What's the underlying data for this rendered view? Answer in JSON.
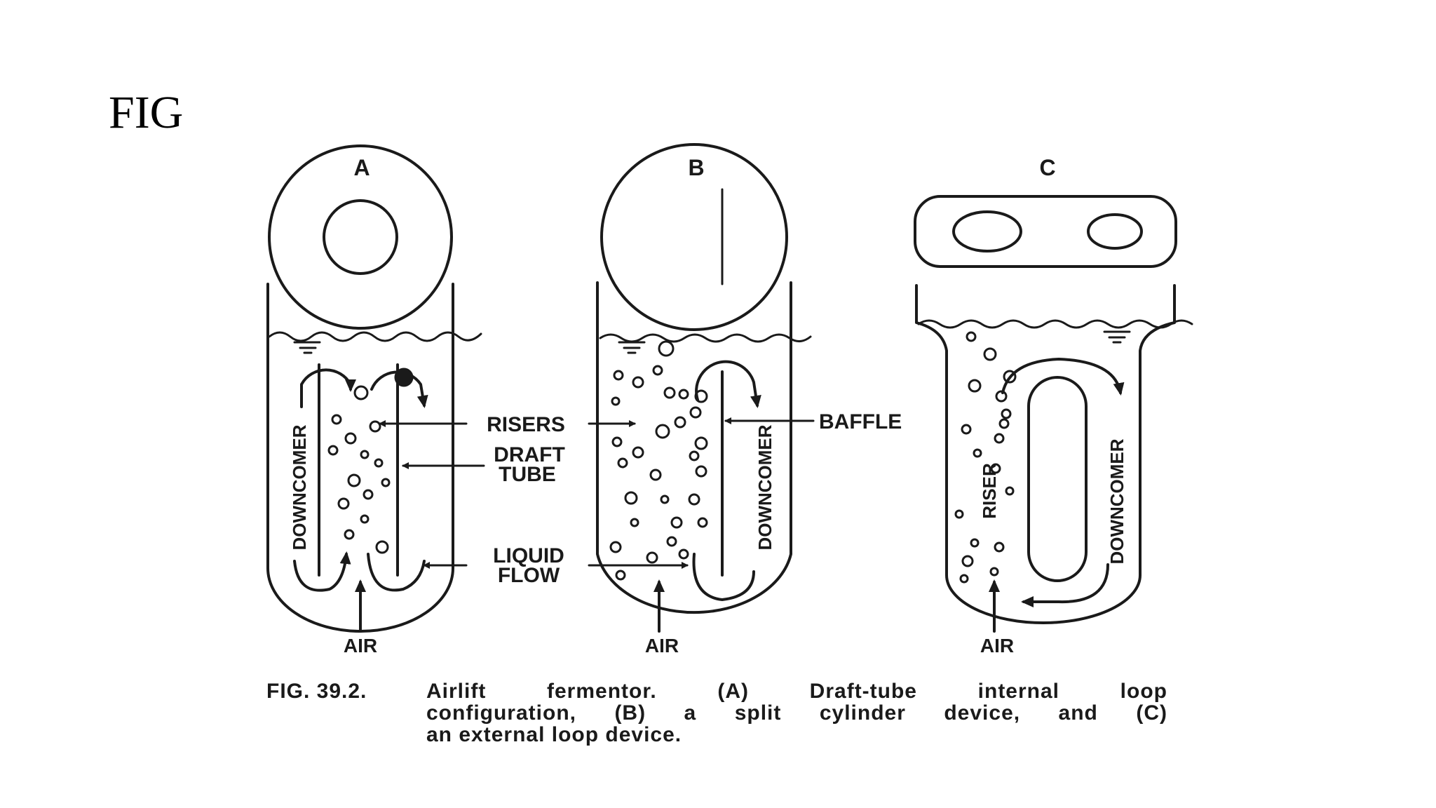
{
  "slide": {
    "title": "FIG"
  },
  "panels": [
    {
      "letter": "A"
    },
    {
      "letter": "B"
    },
    {
      "letter": "C"
    }
  ],
  "labels": {
    "risers": "RISERS",
    "draft_tube_line1": "DRAFT",
    "draft_tube_line2": "TUBE",
    "liquid_flow_line1": "LIQUID",
    "liquid_flow_line2": "FLOW",
    "baffle": "BAFFLE",
    "downcomer": "DOWNCOMER",
    "riser": "RISER",
    "air": "AIR"
  },
  "caption": {
    "fig_number": "FIG. 39.2.",
    "line1": "Airlift fermentor. (A) Draft-tube internal loop",
    "line2": "configuration, (B) a split cylinder device, and (C)",
    "line3": "an external loop device."
  },
  "colors": {
    "ink": "#1a1a1a",
    "background": "#ffffff"
  }
}
